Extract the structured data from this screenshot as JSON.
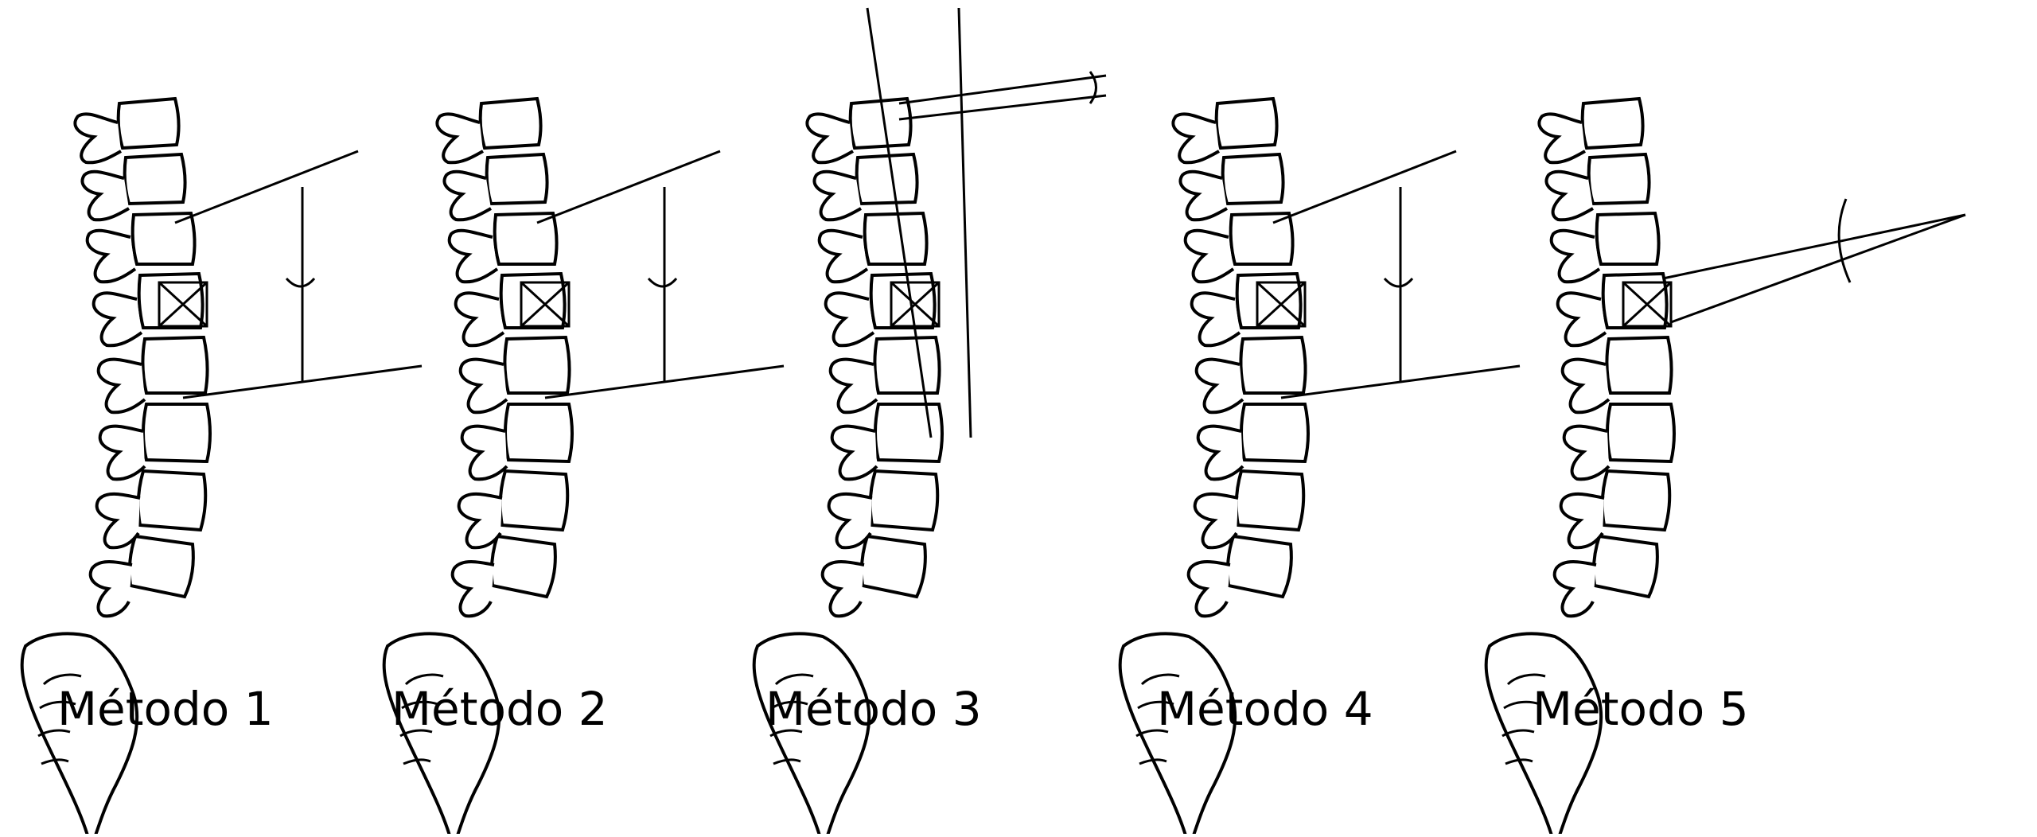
{
  "figure": {
    "panels": [
      {
        "label": "Método 1",
        "construction": "tangent-lines"
      },
      {
        "label": "Método 2",
        "construction": "tangent-lines"
      },
      {
        "label": "Método 3",
        "construction": "vertical-lines"
      },
      {
        "label": "Método 4",
        "construction": "tangent-lines"
      },
      {
        "label": "Método 5",
        "construction": "converging-lines"
      }
    ]
  },
  "style": {
    "background": "#ffffff",
    "line_color": "#000000",
    "bone_fill": "#ffffff"
  }
}
